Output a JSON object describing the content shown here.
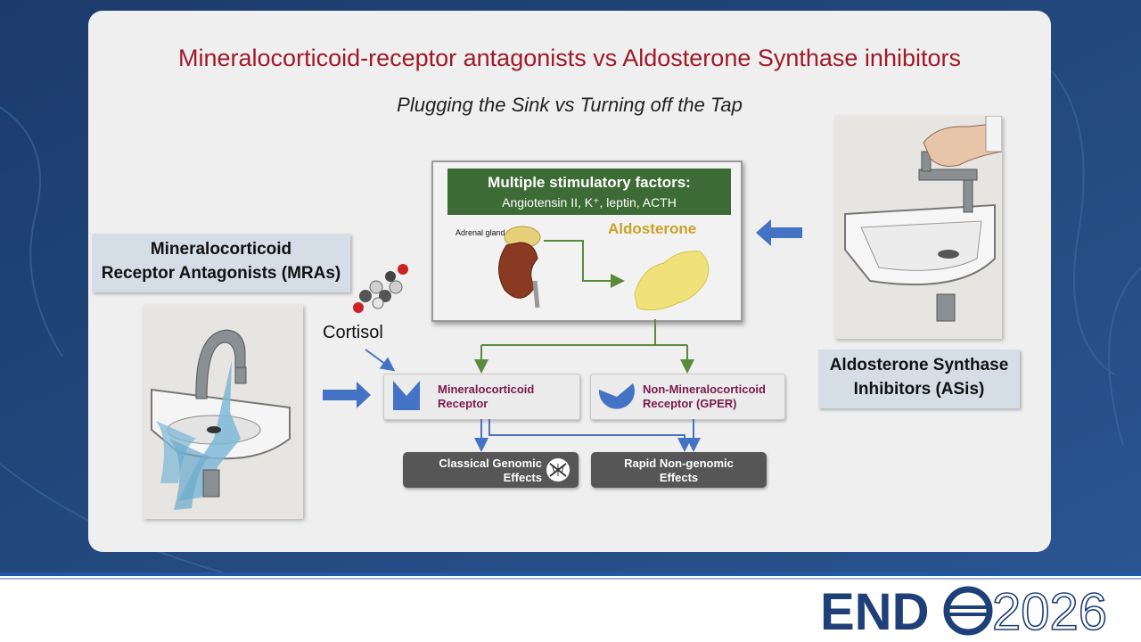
{
  "title": "Mineralocorticoid-receptor antagonists vs Aldosterone Synthase inhibitors",
  "subtitle": "Plugging the Sink vs Turning off the Tap",
  "mra_label_line1": "Mineralocorticoid",
  "mra_label_line2": "Receptor Antagonists (MRAs)",
  "asi_label_line1": "Aldosterone Synthase",
  "asi_label_line2": "Inhibitors (ASis)",
  "factors_title": "Multiple stimulatory factors:",
  "factors_sub": "Angiotensin II, K⁺, leptin, ACTH",
  "adrenal_label": "Adrenal gland",
  "aldosterone_label": "Aldosterone",
  "cortisol_label": "Cortisol",
  "mr_line1": "Mineralocorticoid",
  "mr_line2": "Receptor",
  "gper_line1": "Non-Mineralocorticoid",
  "gper_line2": "Receptor (GPER)",
  "genomic_line1": "Classical Genomic",
  "genomic_line2": "Effects",
  "rapid_line1": "Rapid Non-genomic",
  "rapid_line2": "Effects",
  "logo_left": "END",
  "logo_right": "2026",
  "colors": {
    "title": "#a0192a",
    "factors_bg": "#3d6b35",
    "aldosterone": "#c9a227",
    "receptor_text": "#7a1a4e",
    "blue_arrow": "#4472c4",
    "green_arrow": "#5a8a3c",
    "logo_navy": "#1f3f78"
  }
}
